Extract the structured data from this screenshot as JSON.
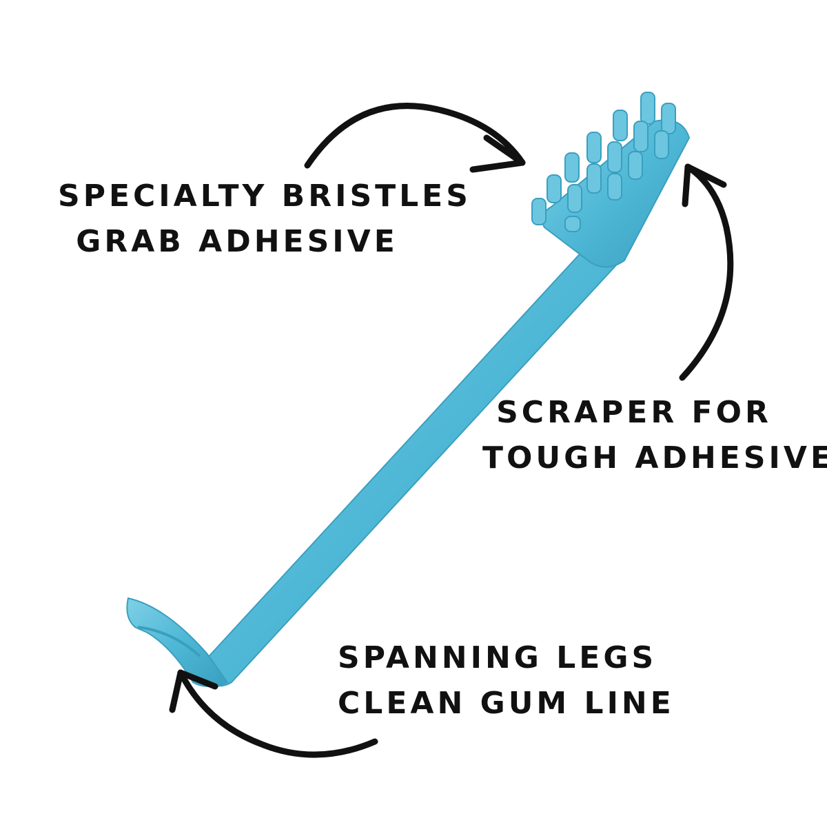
{
  "callouts": {
    "bristles": {
      "line1": "SPECIALTY BRISTLES",
      "line2": "GRAB ADHESIVE"
    },
    "scraper": {
      "line1": "SCRAPER FOR",
      "line2": "TOUGH ADHESIVE"
    },
    "legs": {
      "line1": "SPANNING LEGS",
      "line2": "CLEAN GUM LINE"
    }
  },
  "colors": {
    "brush": "#4fb8d6",
    "brush_shadow": "#3a9fbf",
    "arrow": "#111111",
    "background": "#ffffff"
  },
  "icons": [
    "brush-image",
    "curved-arrow-icon"
  ]
}
